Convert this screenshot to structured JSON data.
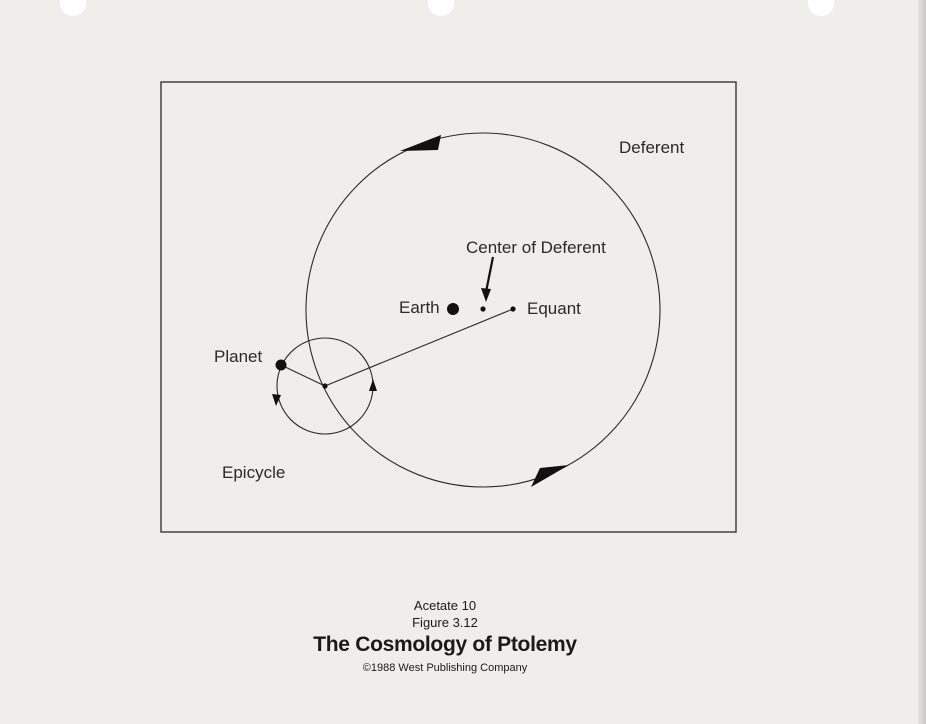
{
  "labels": {
    "deferent": "Deferent",
    "center_of_deferent": "Center of Deferent",
    "earth": "Earth",
    "equant": "Equant",
    "planet": "Planet",
    "epicycle": "Epicycle"
  },
  "caption": {
    "acetate": "Acetate 10",
    "figure": "Figure 3.12",
    "title": "The Cosmology of Ptolemy",
    "copyright": "©1988 West Publishing Company"
  },
  "colors": {
    "paper": "#efeeea",
    "ink": "#1a1a1a"
  }
}
